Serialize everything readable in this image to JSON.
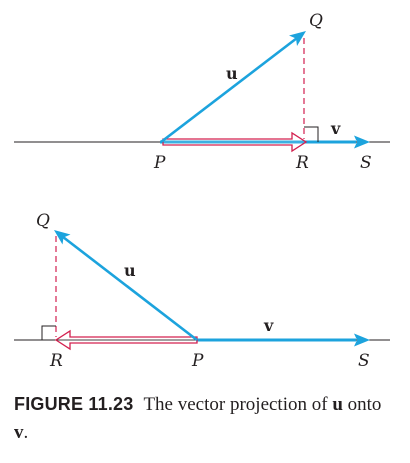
{
  "colors": {
    "vector": "#1ca3dd",
    "projection": "#d3204f",
    "line": "#231f20"
  },
  "diagram_top": {
    "labels": {
      "Q": "Q",
      "u": "u",
      "v": "v",
      "P": "P",
      "R": "R",
      "S": "S"
    }
  },
  "diagram_bottom": {
    "labels": {
      "Q": "Q",
      "u": "u",
      "v": "v",
      "P": "P",
      "R": "R",
      "S": "S"
    }
  },
  "caption": {
    "figure_number": "FIGURE 11.23",
    "text_before": "The vector projection of ",
    "u": "u",
    "text_middle": " onto ",
    "v": "v",
    "text_after": "."
  }
}
